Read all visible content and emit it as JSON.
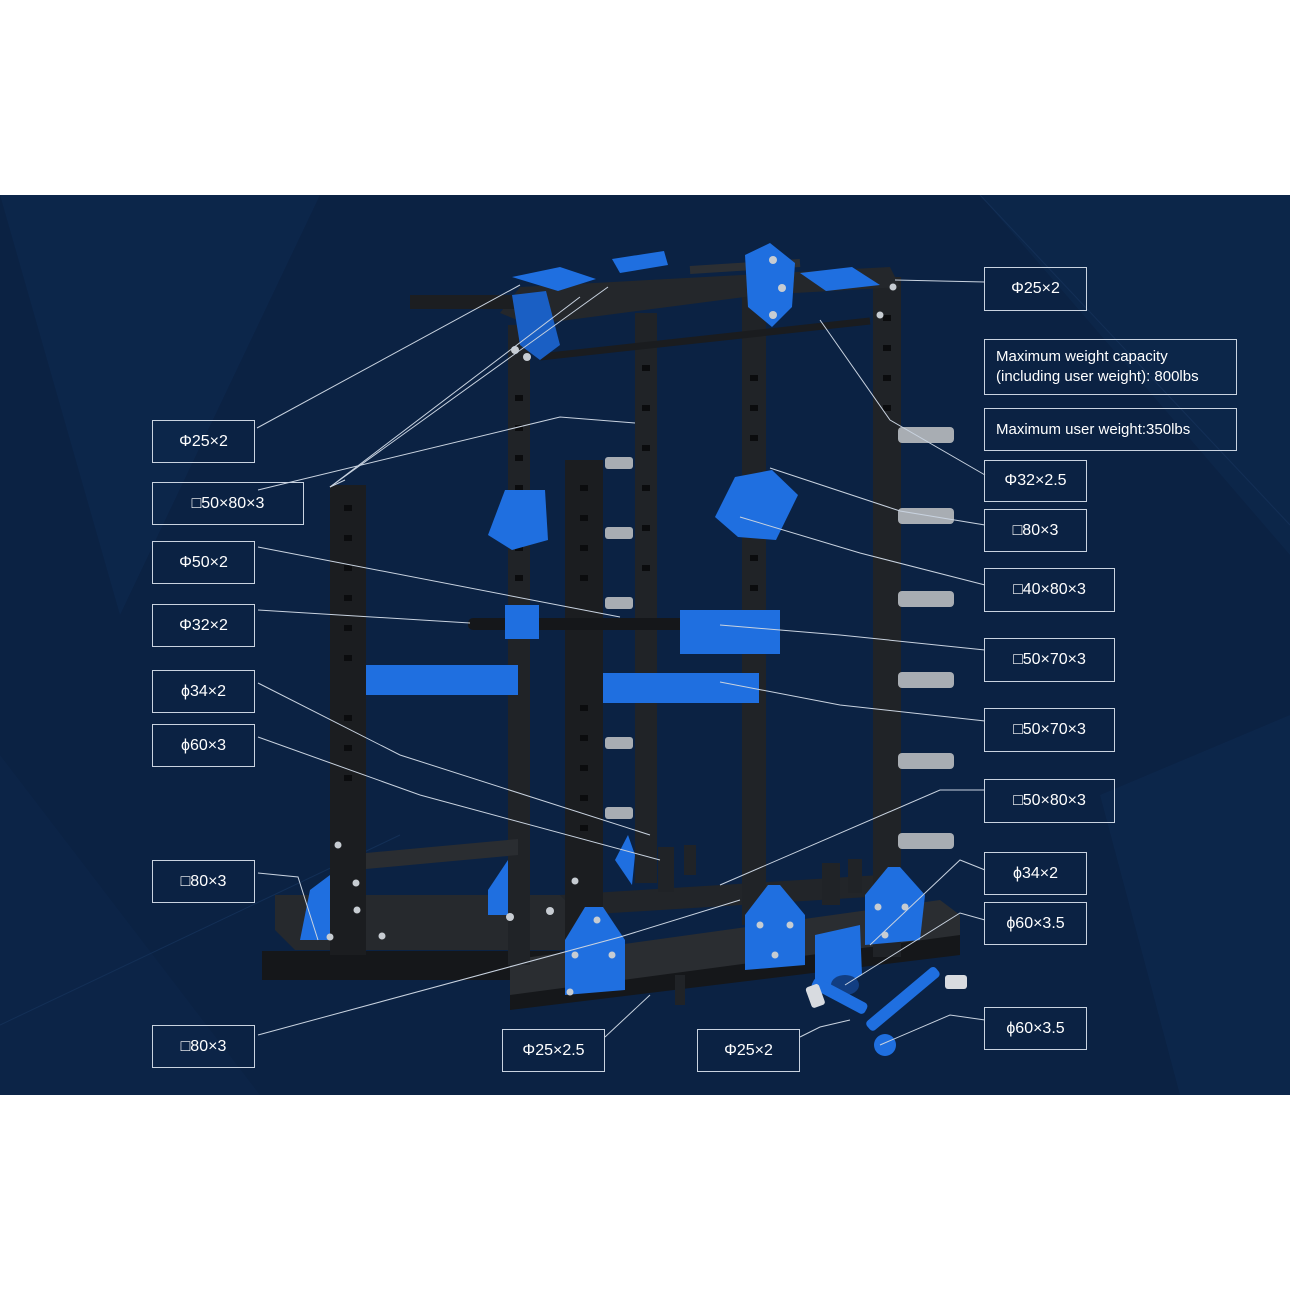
{
  "colors": {
    "background": "#0b2243",
    "frame": "#202327",
    "accent": "#1f6fe0",
    "leader": "#c9d3e0",
    "label_text": "#ffffff"
  },
  "callouts": [
    {
      "id": "c1",
      "text": "Φ25×2"
    },
    {
      "id": "c2",
      "text": "Maximum weight capacity (including user weight): 800lbs"
    },
    {
      "id": "c3",
      "text": "Maximum user weight:350lbs"
    },
    {
      "id": "c4",
      "text": "Φ32×2.5"
    },
    {
      "id": "c5",
      "text": "□80×3"
    },
    {
      "id": "c6",
      "text": "□40×80×3"
    },
    {
      "id": "c7",
      "text": "□50×70×3"
    },
    {
      "id": "c8",
      "text": "□50×70×3"
    },
    {
      "id": "c9",
      "text": "□50×80×3"
    },
    {
      "id": "c10",
      "text": "ϕ34×2"
    },
    {
      "id": "c11",
      "text": "ϕ60×3.5"
    },
    {
      "id": "c12",
      "text": "ϕ60×3.5"
    },
    {
      "id": "c13",
      "text": "Φ25×2"
    },
    {
      "id": "c14",
      "text": "□50×80×3"
    },
    {
      "id": "c15",
      "text": "Φ50×2"
    },
    {
      "id": "c16",
      "text": "Φ32×2"
    },
    {
      "id": "c17",
      "text": "ϕ34×2"
    },
    {
      "id": "c18",
      "text": "ϕ60×3"
    },
    {
      "id": "c19",
      "text": "□80×3"
    },
    {
      "id": "c20",
      "text": "□80×3"
    },
    {
      "id": "c21",
      "text": "Φ25×2.5"
    },
    {
      "id": "c22",
      "text": "Φ25×2"
    }
  ]
}
